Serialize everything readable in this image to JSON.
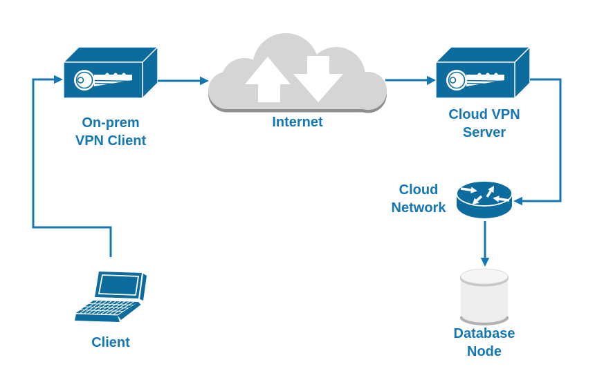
{
  "diagram": {
    "colors": {
      "shape_blue": "#0c6c9e",
      "accent_blue": "#1376b5",
      "cloud_gray": "#d5d5d5",
      "cloud_shadow_gray": "#8f8f8f",
      "db_body_gray": "#eeeeee",
      "db_top_gray": "#f5f5f5",
      "db_rim_gray": "#c6c6c6",
      "db_bottom_rim_gray": "#b0b0b0",
      "icon_detail_white": "#ffffff"
    },
    "nodes": [
      {
        "id": "on-prem-vpn-client",
        "icon": "vpn-key-box-icon",
        "lines": [
          "On-prem",
          "VPN Client"
        ]
      },
      {
        "id": "internet",
        "icon": "cloud-upload-download-icon",
        "lines": [
          "Internet"
        ]
      },
      {
        "id": "cloud-vpn-server",
        "icon": "vpn-key-box-icon",
        "lines": [
          "Cloud VPN",
          "Server"
        ]
      },
      {
        "id": "cloud-network",
        "icon": "router-icon",
        "lines": [
          "Cloud",
          "Network"
        ]
      },
      {
        "id": "database-node",
        "icon": "database-cylinder-icon",
        "lines": [
          "Database",
          "Node"
        ]
      },
      {
        "id": "client",
        "icon": "laptop-icon",
        "lines": [
          "Client"
        ]
      }
    ],
    "edges": [
      {
        "from": "client",
        "to": "on-prem-vpn-client",
        "style": "arrow"
      },
      {
        "from": "on-prem-vpn-client",
        "to": "internet",
        "style": "arrow"
      },
      {
        "from": "internet",
        "to": "cloud-vpn-server",
        "style": "arrow"
      },
      {
        "from": "cloud-vpn-server",
        "to": "cloud-network",
        "style": "arrow"
      },
      {
        "from": "cloud-network",
        "to": "database-node",
        "style": "arrow"
      }
    ]
  }
}
